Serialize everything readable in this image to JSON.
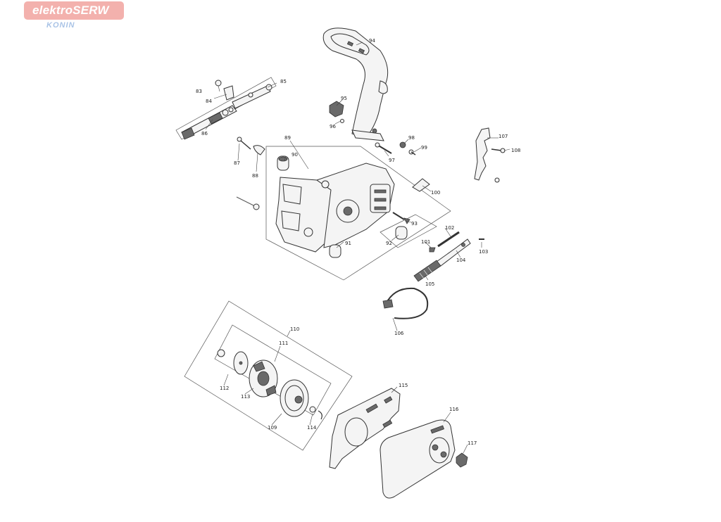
{
  "watermark": {
    "brand": "elektroSERW",
    "city": "KONIN"
  },
  "labels": {
    "p83": "83",
    "p84": "84",
    "p85": "85",
    "p86": "86",
    "p87": "87",
    "p88": "88",
    "p89": "89",
    "p90": "90",
    "p91": "91",
    "p92": "92",
    "p93": "93",
    "p94": "94",
    "p95": "95",
    "p96": "96",
    "p97": "97",
    "p98": "98",
    "p99": "99",
    "p100": "100",
    "p101": "101",
    "p102": "102",
    "p103": "103",
    "p104": "104",
    "p105": "105",
    "p106": "106",
    "p107": "107",
    "p108": "108",
    "p109": "109",
    "p110": "110",
    "p111": "111",
    "p112": "112",
    "p113": "113",
    "p114": "114",
    "p115": "115",
    "p116": "116",
    "p117": "117"
  }
}
